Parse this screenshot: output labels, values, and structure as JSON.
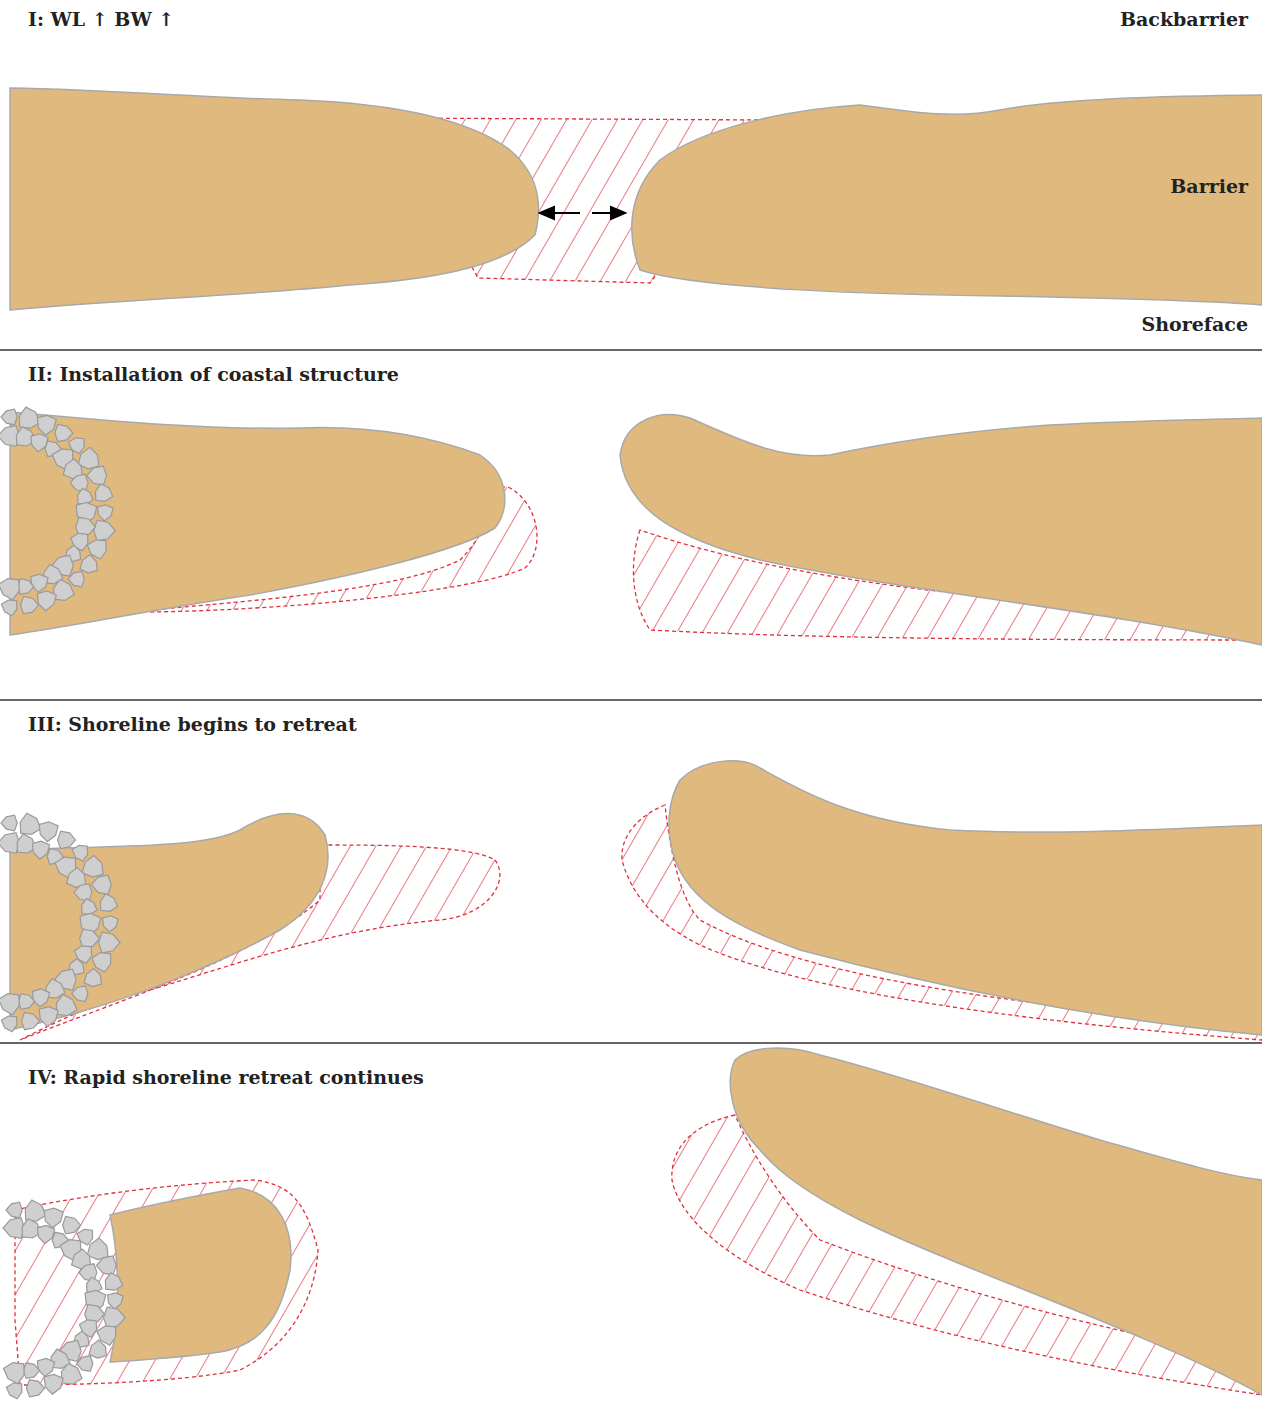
{
  "diagram": {
    "labels": [
      "I: WL ↑ BW ↑",
      "Backbarrier",
      "Barrier",
      "Shoreface",
      "II: Installation of coastal structure",
      "III: Shoreline begins to retreat",
      "IV: Rapid shoreline retreat continues"
    ]
  }
}
